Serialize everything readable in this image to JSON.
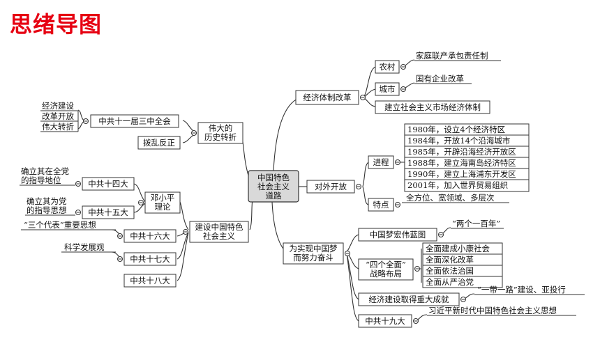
{
  "title": "思绪导图",
  "center": [
    "中国特色",
    "社会主义",
    "道路"
  ],
  "branches": {
    "econ": "经济体制改革",
    "econ_rural": "农村",
    "econ_rural_leaf": "家庭联产承包责任制",
    "econ_city": "城市",
    "econ_city_leaf": "国有企业改革",
    "econ_market": "建立社会主义市场经济体制",
    "turn": [
      "伟大的",
      "历史转折"
    ],
    "session": "中共十一届三中全会",
    "session_leaves": [
      "经济建设",
      "改革开放",
      "伟大转折"
    ],
    "chaos": "拨乱反正",
    "open": "对外开放",
    "process": "进程",
    "process_items": [
      "1980年，设立4个经济特区",
      "1984年，开放14个沿海城市",
      "1985年，开辟沿海经济开放区",
      "1988年，建立海南岛经济特区",
      "1990年，建立上海浦东开发区",
      "2001年，加入世界贸易组织"
    ],
    "feature": "特点",
    "feature_leaf": "全方位、宽领域、多层次",
    "build": [
      "建设中国特色",
      "社会主义"
    ],
    "deng": [
      "邓小平",
      "理论"
    ],
    "c14": "中共十四大",
    "c14_leaf": [
      "确立其在全党",
      "的指导地位"
    ],
    "c15": "中共十五大",
    "c15_leaf": [
      "确立其为党",
      "的指导思想"
    ],
    "c16": "中共十六大",
    "c16_leaf": "“三个代表”重要思想",
    "c17": "中共十七大",
    "c17_leaf": "科学发展观",
    "c18": "中共十八大",
    "dream": [
      "为实现中国梦",
      "而努力奋斗"
    ],
    "blueprint": "中国梦宏伟蓝图",
    "blueprint_leaf": "“两个一百年”",
    "four": [
      "“四个全面”",
      "战略布局"
    ],
    "four_items": [
      "全面建成小康社会",
      "全面深化改革",
      "全面依法治国",
      "全面从严治党"
    ],
    "achieve": "经济建设取得重大成就",
    "achieve_leaf": "“一带一路”建设、亚投行",
    "c19": "中共十九大",
    "c19_leaf": "习近平新时代中国特色社会主义思想"
  }
}
